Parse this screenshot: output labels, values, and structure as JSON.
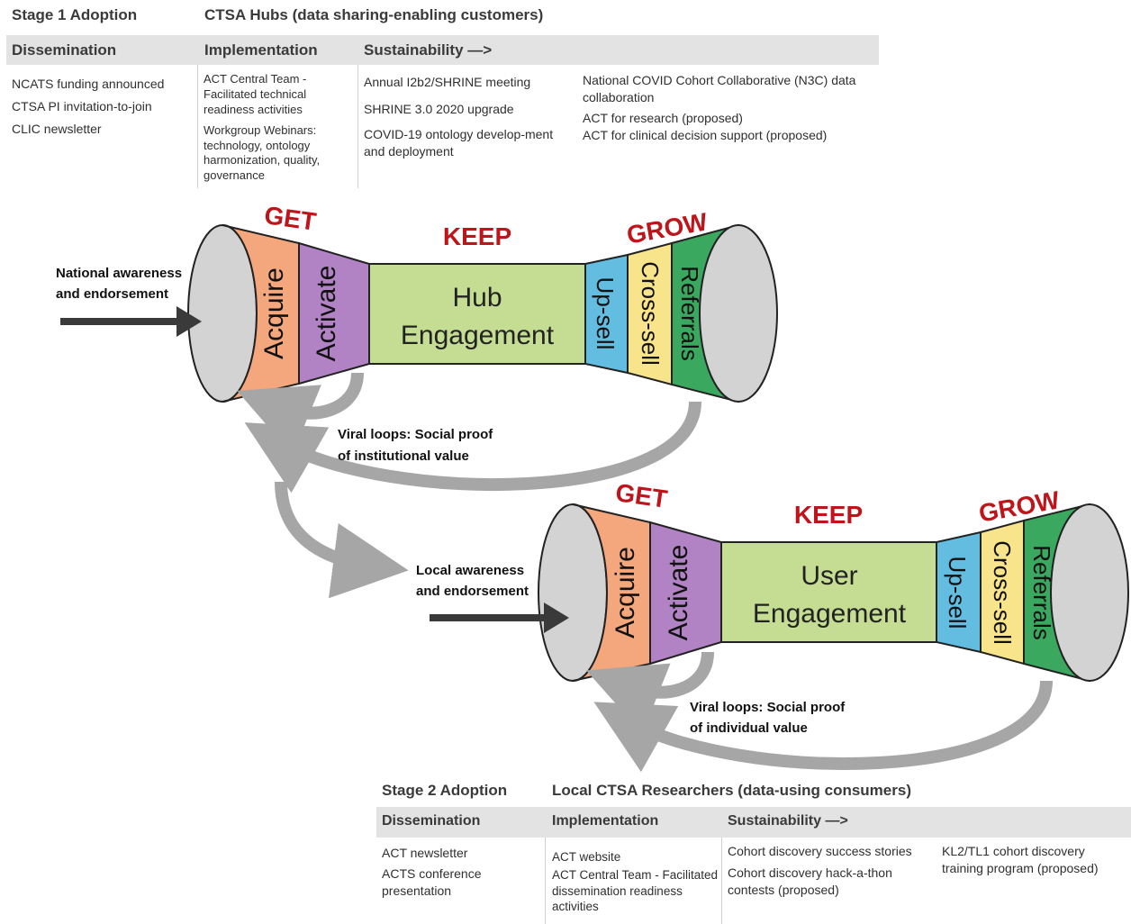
{
  "stage1": {
    "title": "Stage 1 Adoption",
    "subtitle": "CTSA Hubs (data sharing-enabling customers)",
    "col_dissemination": "Dissemination",
    "col_implementation": "Implementation",
    "col_sustainability": "Sustainability —>",
    "dissemination_items": [
      "NCATS funding announced",
      "CTSA PI invitation-to-join",
      "CLIC newsletter"
    ],
    "implementation_items": [
      "ACT Central Team - Facilitated technical readiness activities",
      "Workgroup Webinars: technology, ontology harmonization, quality, governance"
    ],
    "sustainability_items_a": [
      "Annual I2b2/SHRINE meeting",
      "SHRINE 3.0 2020 upgrade",
      "COVID-19 ontology develop-ment and deployment"
    ],
    "sustainability_items_b": [
      "National COVID Cohort Collaborative (N3C) data collaboration",
      "ACT for research (proposed)",
      "ACT for clinical decision support (proposed)"
    ]
  },
  "funnel1": {
    "get": "GET",
    "keep": "KEEP",
    "grow": "GROW",
    "acquire": "Acquire",
    "activate": "Activate",
    "engagement_line1": "Hub",
    "engagement_line2": "Engagement",
    "upsell": "Up-sell",
    "crosssell": "Cross-sell",
    "referrals": "Referrals",
    "input_line1": "National awareness",
    "input_line2": "and endorsement",
    "loop_line1": "Viral loops: Social proof",
    "loop_line2": "of institutional value"
  },
  "funnel2": {
    "get": "GET",
    "keep": "KEEP",
    "grow": "GROW",
    "acquire": "Acquire",
    "activate": "Activate",
    "engagement_line1": "User",
    "engagement_line2": "Engagement",
    "upsell": "Up-sell",
    "crosssell": "Cross-sell",
    "referrals": "Referrals",
    "input_line1": "Local awareness",
    "input_line2": "and endorsement",
    "loop_line1": "Viral loops: Social proof",
    "loop_line2": "of individual value"
  },
  "stage2": {
    "title": "Stage 2 Adoption",
    "subtitle": "Local CTSA Researchers (data-using consumers)",
    "col_dissemination": "Dissemination",
    "col_implementation": "Implementation",
    "col_sustainability": "Sustainability —>",
    "dissemination_items": [
      "ACT newsletter",
      "ACTS conference presentation"
    ],
    "implementation_items": [
      "ACT website",
      "ACT Central Team - Facilitated dissemination readiness activities"
    ],
    "sustainability_items_a": [
      "Cohort discovery success stories",
      "Cohort discovery hack-a-thon contests (proposed)"
    ],
    "sustainability_items_b": [
      "KL2/TL1 cohort discovery training program (proposed)"
    ]
  },
  "colors": {
    "acquire": "#f4a77c",
    "activate": "#b183c4",
    "engagement": "#c5dd93",
    "upsell": "#63bde0",
    "crosssell": "#f8e48a",
    "referrals": "#3aa85f",
    "ellipse": "#d3d3d3",
    "header_band": "#e3e3e3",
    "stage_red": "#c0141b",
    "loop_arrow": "#a6a6a6",
    "input_arrow": "#3a3a3a"
  }
}
